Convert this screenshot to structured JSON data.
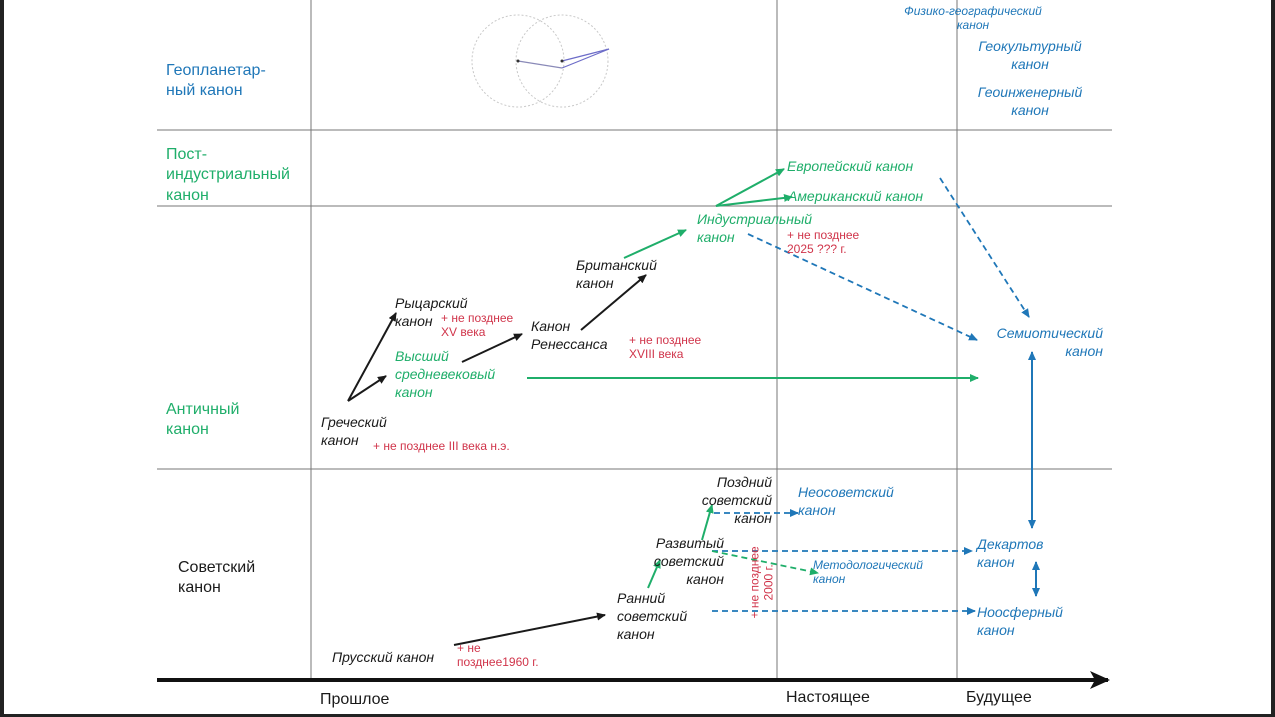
{
  "colors": {
    "black": "#1a1a1a",
    "green": "#1fae6a",
    "blue": "#1f77b8",
    "red": "#d0344a",
    "grid": "#777777"
  },
  "rows": {
    "geoplanetary": "Геопланетар-\nный канон",
    "postindustrial": "Пост-\nиндустриальный\nканон",
    "antique": "Античный\nканон",
    "soviet": "Советский\nканон"
  },
  "axis": {
    "past": "Прошлое",
    "present": "Настоящее",
    "future": "Будущее"
  },
  "canons": {
    "physgeo": "Физико-географический\nканон",
    "geocultural": "Геокультурный\nканон",
    "geoengineering": "Геоинженерный\nканон",
    "european": "Европейский канон",
    "american": "Американский канон",
    "industrial": "Индустриальный\nканон",
    "british": "Британский\nканон",
    "knightly": "Рыцарский\nканон",
    "renaissance": "Канон\nРенессанса",
    "high_medieval": "Высший\nсредневековый\nканон",
    "greek": "Греческий\nканон",
    "semiotic": "Семиотический\nканон",
    "late_soviet": "Поздний\nсоветский\nканон",
    "neosoviet": "Неосоветский\nканон",
    "developed_soviet": "Развитый\nсоветский\nканон",
    "methodological": "Методологический\nканон",
    "cartesian": "Декартов\nканон",
    "early_soviet": "Ранний\nсоветский\nканон",
    "noospheric": "Ноосферный\nканон",
    "prussian": "Прусский канон"
  },
  "notes": {
    "xv": "+ не позднее\nXV века",
    "xviii": "+ не позднее\nXVIII века",
    "iii": "+ не позднее III века н.э.",
    "y2025": "+ не позднее\n2025 ??? г.",
    "y1960": "+ не\nпозднее1960 г.",
    "y2000": "+ не позднее\n2000 г."
  }
}
